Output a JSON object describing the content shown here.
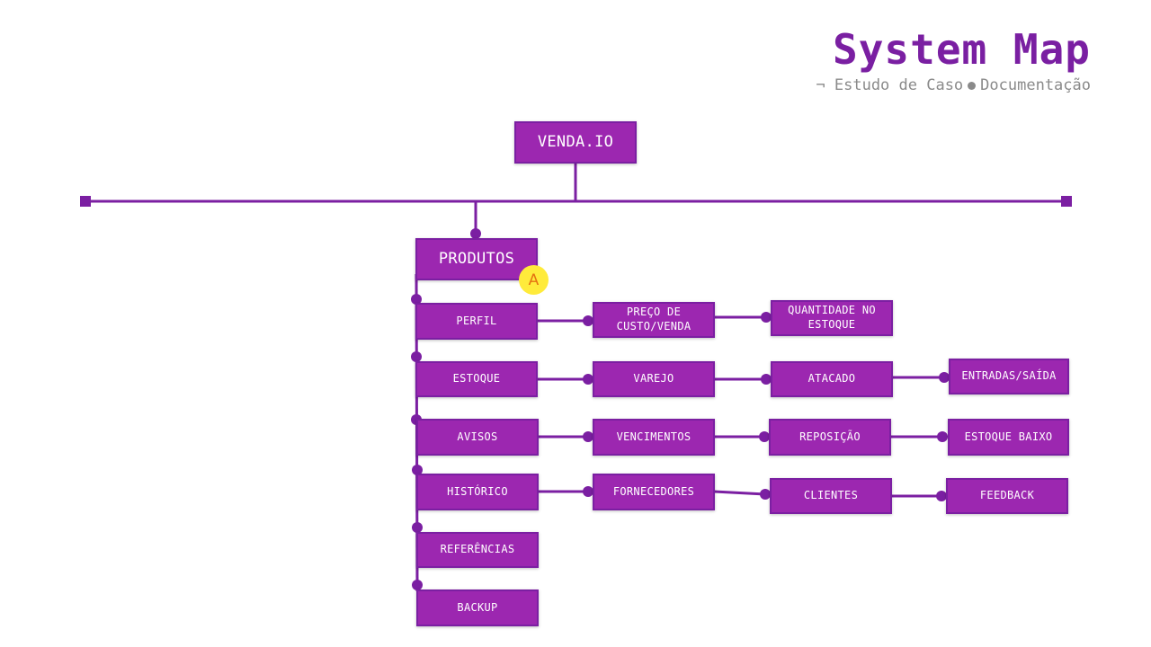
{
  "header": {
    "title": "System Map",
    "subtitle_prefix": "¬ Estudo de Caso",
    "subtitle_suffix": "Documentação"
  },
  "root": "VENDA.IO",
  "section": "PRODUTOS",
  "badge": "A",
  "rows": {
    "perfil": [
      "PERFIL",
      "PREÇO DE\nCUSTO/VENDA",
      "QUANTIDADE NO\nESTOQUE"
    ],
    "estoque": [
      "ESTOQUE",
      "VAREJO",
      "ATACADO",
      "ENTRADAS/SAÍDA"
    ],
    "avisos": [
      "AVISOS",
      "VENCIMENTOS",
      "REPOSIÇÃO",
      "ESTOQUE BAIXO"
    ],
    "historico": [
      "HISTÓRICO",
      "FORNECEDORES",
      "CLIENTES",
      "FEEDBACK"
    ],
    "referencias": [
      "REFERÊNCIAS"
    ],
    "backup": [
      "BACKUP"
    ]
  },
  "colors": {
    "node_fill": "#9c27b0",
    "node_border": "#7b1fa2",
    "line": "#7b1fa2",
    "title": "#7a1fa2",
    "badge": "#ffeb3b"
  }
}
